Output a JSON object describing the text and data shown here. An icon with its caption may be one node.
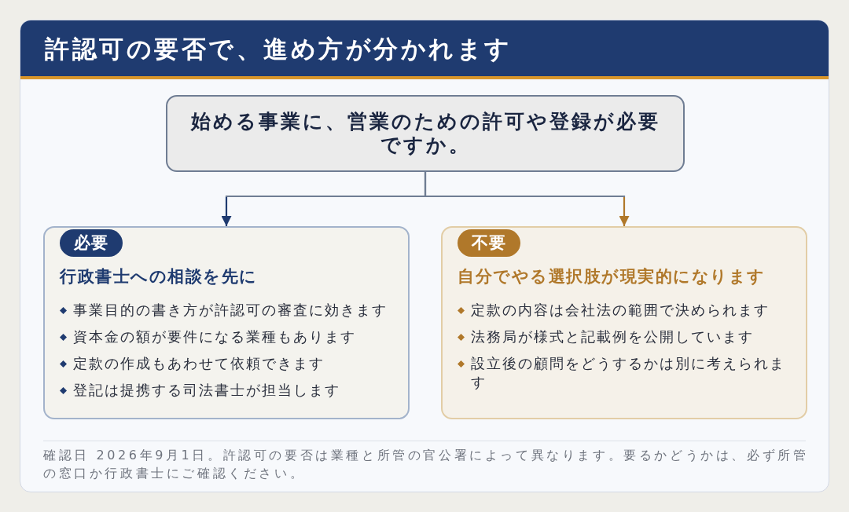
{
  "diagram": {
    "title": "許認可の要否で、進め方が分かれます",
    "caption": "確認日 2026年9月1日。許認可の要否は業種と所管の官公署によって異なります。要るかどうかは、必ず所管の窓口か行政書士にご確認ください。",
    "nodes": [
      {
        "text": [
          "始める事業に、営業のための許可や登録が必要ですか。"
        ]
      },
      {
        "text": [
          "行政書士への相談を先に",
          "事業目的の書き方が許認可の審査に効きます",
          "資本金の額が要件になる業種もあります",
          "定款の作成もあわせて依頼できます",
          "登記は提携する司法書士が担当します"
        ]
      },
      {
        "text": [
          "必要"
        ],
        "in": 1
      },
      {
        "text": [
          "自分でやる選択肢が現実的になります",
          "定款の内容は会社法の範囲で決められます",
          "法務局が様式と記載例を公開しています",
          "設立後の顧問をどうするかは別に考えられます"
        ]
      },
      {
        "text": [
          "不要"
        ],
        "in": 3
      }
    ],
    "edges": [
      {
        "from": 0,
        "to": 1,
        "arrow": "to",
        "color": "#1f3b70"
      },
      {
        "from": 0,
        "to": 3,
        "arrow": "to",
        "color": "#b0782a"
      }
    ]
  }
}
